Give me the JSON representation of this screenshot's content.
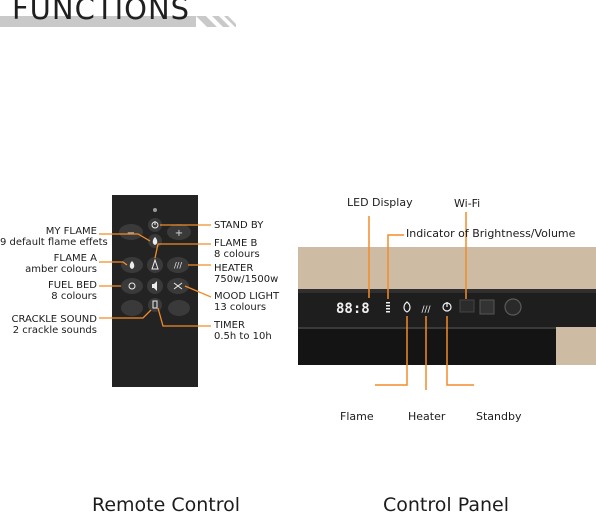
{
  "title": "FUNCTIONS",
  "remote": {
    "caption": "Remote Control",
    "labels": {
      "my_flame": {
        "name": "MY FLAME",
        "detail": "9 default flame effets"
      },
      "flame_a": {
        "name": "FLAME A",
        "detail": "amber colours"
      },
      "fuel_bed": {
        "name": "FUEL BED",
        "detail": "8 colours"
      },
      "crackle_sound": {
        "name": "CRACKLE SOUND",
        "detail": "2 crackle sounds"
      },
      "stand_by": {
        "name": "STAND BY"
      },
      "flame_b": {
        "name": "FLAME B",
        "detail": "8 colours"
      },
      "heater": {
        "name": "HEATER",
        "detail": "750w/1500w"
      },
      "mood_light": {
        "name": "MOOD LIGHT",
        "detail": "13 colours"
      },
      "timer": {
        "name": "TIMER",
        "detail": "0.5h to 10h"
      }
    }
  },
  "panel": {
    "caption": "Control Panel",
    "display_text": "88:8",
    "labels": {
      "led_display": "LED Display",
      "wifi": "Wi-Fi",
      "indicator": "Indicator of Brightness/Volume",
      "flame": "Flame",
      "heater": "Heater",
      "standby": "Standby"
    }
  },
  "colors": {
    "accent_orange": "#f28c28",
    "remote_body": "#232323",
    "panel_wood": "#cdbba4"
  }
}
